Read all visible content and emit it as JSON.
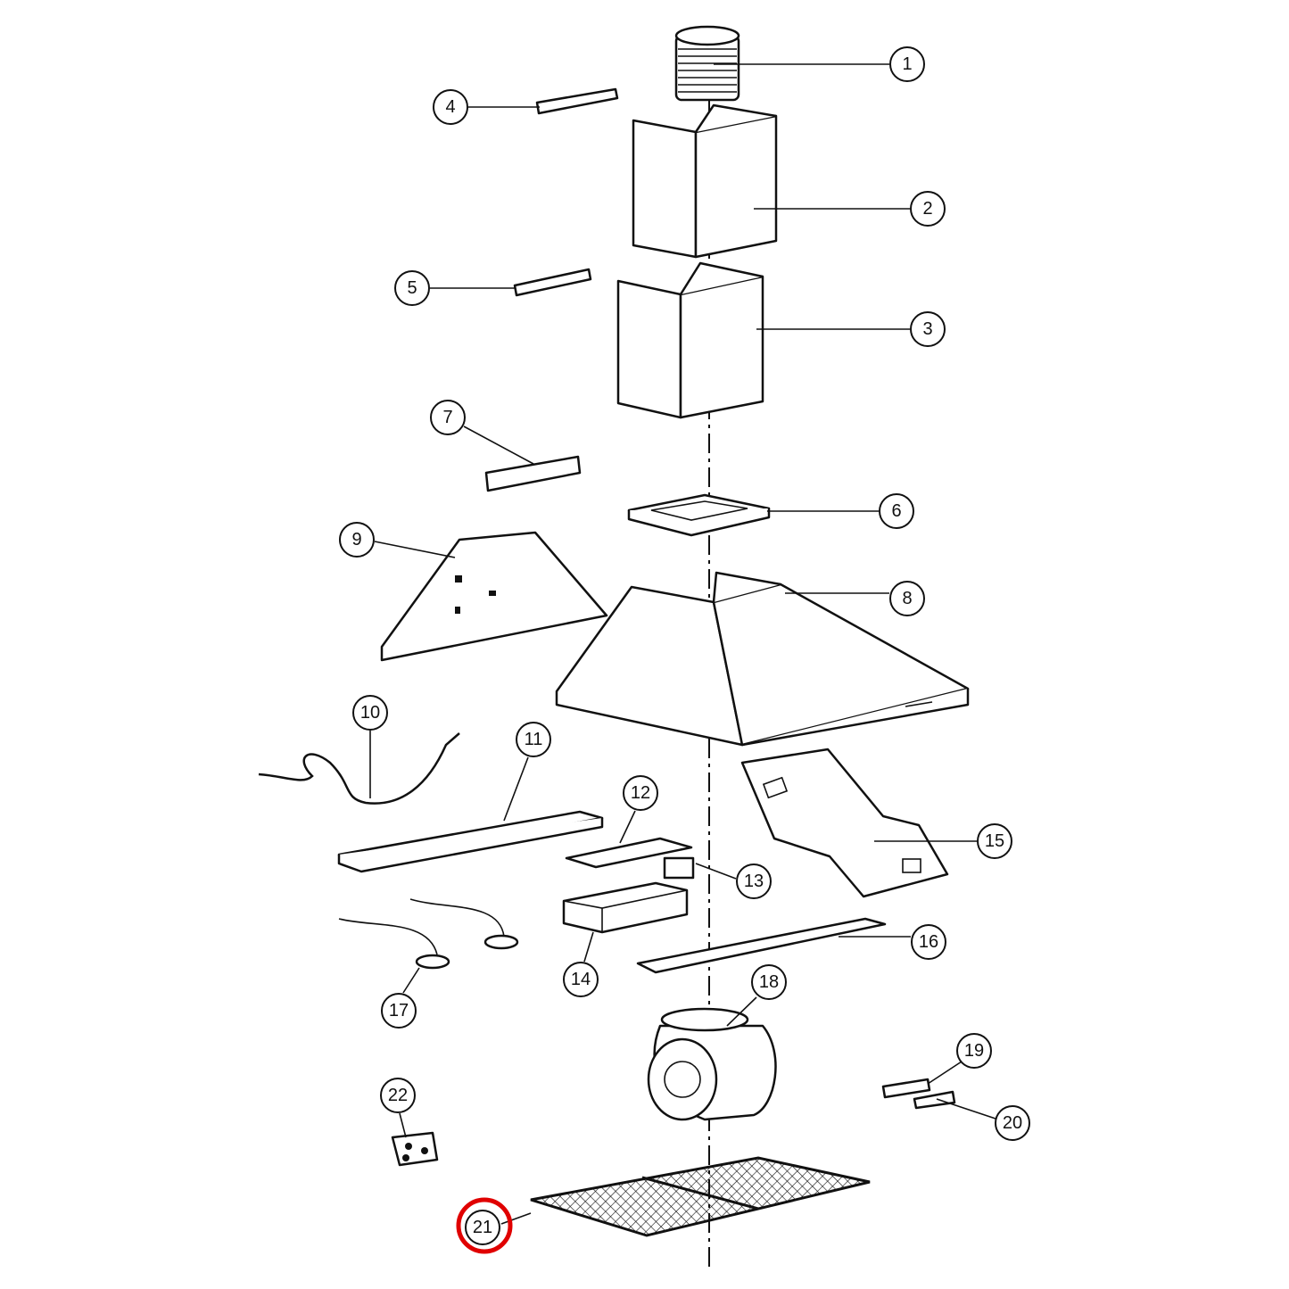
{
  "diagram": {
    "type": "exploded-parts-view",
    "highlight_color": "#e00000",
    "highlighted_part": "21",
    "callouts": [
      "1",
      "2",
      "3",
      "4",
      "5",
      "6",
      "7",
      "8",
      "9",
      "10",
      "11",
      "12",
      "13",
      "14",
      "15",
      "16",
      "17",
      "18",
      "19",
      "20",
      "21",
      "22"
    ]
  }
}
